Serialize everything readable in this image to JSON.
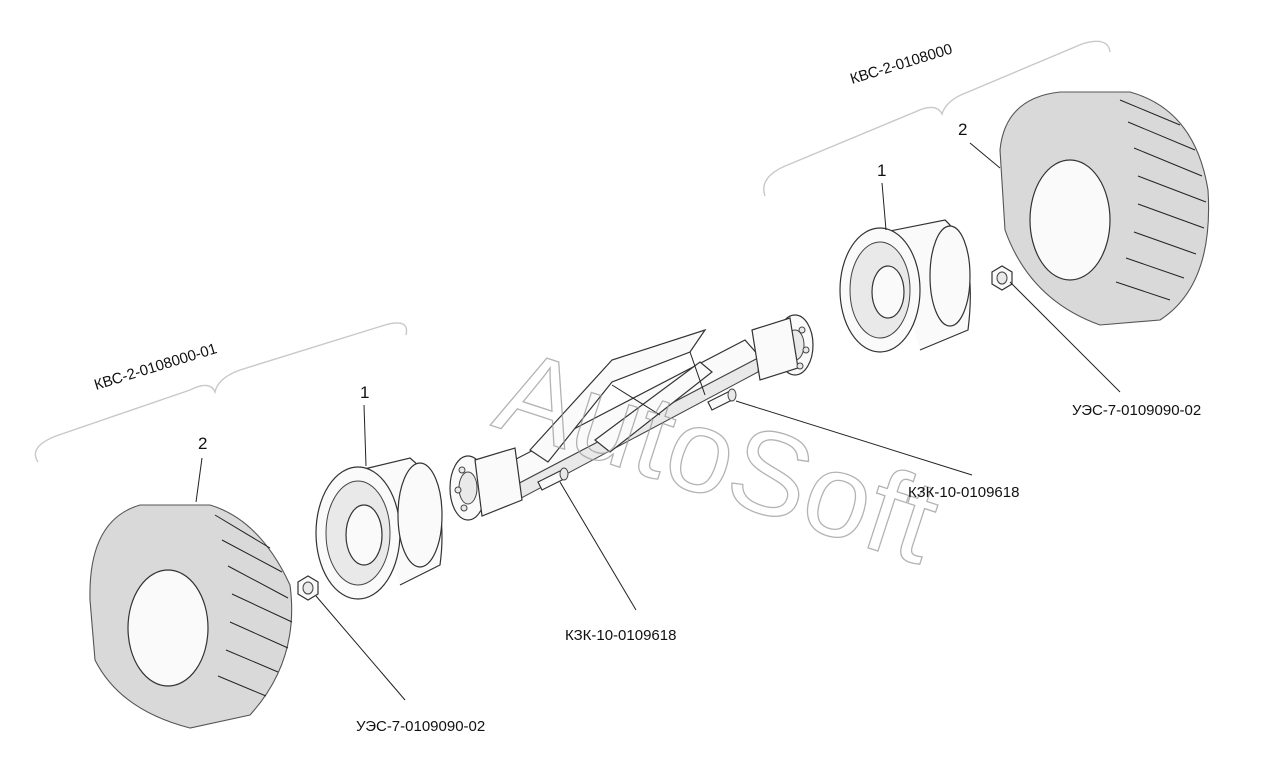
{
  "watermark": "AutoSoft",
  "groups": {
    "left": "КВС-2-0108000-01",
    "right": "КВС-2-0108000"
  },
  "callouts": {
    "rim": "1",
    "tire": "2",
    "nut": "УЭС-7-0109090-02",
    "bolt": "КЗК-10-0109618"
  },
  "icons": {
    "tire": "tire-icon",
    "rim": "wheel-rim-icon",
    "axle": "axle-beam-icon",
    "hub": "wheel-hub-icon",
    "nut": "nut-icon",
    "bolt": "bolt-icon"
  }
}
